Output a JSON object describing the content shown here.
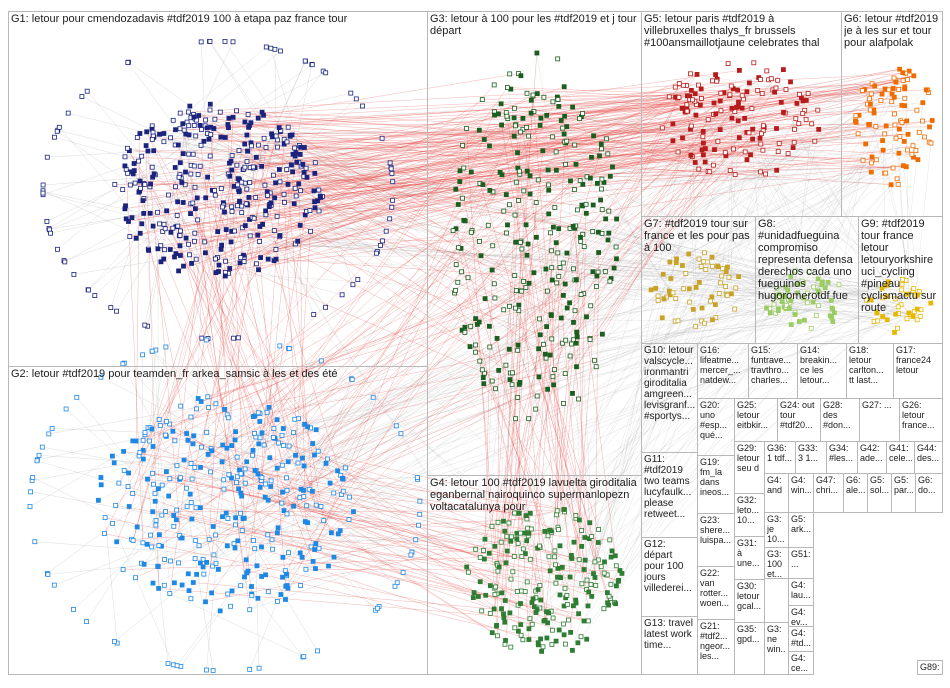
{
  "groups": [
    {
      "id": "g1",
      "label": "G1: letour pour cmendozadavis #tdf2019 100 à etapa paz france tour",
      "color": "#1a237e"
    },
    {
      "id": "g2",
      "label": "G2: letour #tdf2019 pour teamden_fr arkea_samsic à les et des été",
      "color": "#1e88e5"
    },
    {
      "id": "g3",
      "label": "G3: letour à 100 pour les #tdf2019 et j tour départ",
      "color": "#1b5e20"
    },
    {
      "id": "g4",
      "label": "G4: letour 100 #tdf2019 lavuelta giroditalia eganbernal nairoquinco supermanlopezn voltacatalunya pour",
      "color": "#2e7d32"
    },
    {
      "id": "g5",
      "label": "G5: letour paris #tdf2019 à villebruxelles thalys_fr brussels #100ansmaillotjaune celebrates thal",
      "color": "#b71c1c"
    },
    {
      "id": "g6",
      "label": "G6: letour #tdf2019 je à les sur et tour pour alafpolak",
      "color": "#ef6c00"
    },
    {
      "id": "g7",
      "label": "G7: #tdf2019 tour sur france et les pour pas à 100",
      "color": "#c9a227"
    },
    {
      "id": "g8",
      "label": "G8: #unidadfueguina compromiso representa defensa derechos cada uno fueguinos hugoromerotdf fue",
      "color": "#9ccc65"
    },
    {
      "id": "g9",
      "label": "G9: #tdf2019 tour france letour letouryorkshire uci_cycling #pineau cyclismactu sur route",
      "color": "#e6b800"
    },
    {
      "id": "g10",
      "label": "G10: letour valscycle... ironmantri giroditalia amgreen... levisgranf... #sportys...",
      "color": "#7b1fa2"
    },
    {
      "id": "g11",
      "label": "G11: #tdf2019 two teams lucyfaulk... please retweet...",
      "color": "#5e35b1"
    },
    {
      "id": "g12",
      "label": "G12: départ pour 100 jours villederei...",
      "color": "#3949ab"
    },
    {
      "id": "g13",
      "label": "G13: travel latest work time...",
      "color": "#6d4c41"
    }
  ],
  "small_groups": [
    {
      "label": "G16: lifeatme... mercer_... natdew..."
    },
    {
      "label": "G15: funtrave... travthro... charles..."
    },
    {
      "label": "G14: breakin... ce les letour..."
    },
    {
      "label": "G18: letour carlton... tt last..."
    },
    {
      "label": "G17: france24 letour"
    },
    {
      "label": "G20: uno #esp... qué..."
    },
    {
      "label": "G25: letour eitbkir..."
    },
    {
      "label": "G24: out tour #tdf20..."
    },
    {
      "label": "G28: des #don..."
    },
    {
      "label": "G27: ..."
    },
    {
      "label": "G26: letour france..."
    },
    {
      "label": "G19: fm_la dans ineos..."
    },
    {
      "label": "G29: letour seu d"
    },
    {
      "label": "G36: 1 tdf..."
    },
    {
      "label": "G33: 3 1..."
    },
    {
      "label": "G34: #les..."
    },
    {
      "label": "G42: ade..."
    },
    {
      "label": "G41: cele..."
    },
    {
      "label": "G44: des..."
    },
    {
      "label": "G23: shere... luispa..."
    },
    {
      "label": "G32: leto... 10..."
    },
    {
      "label": "G4: and"
    },
    {
      "label": "G4: win..."
    },
    {
      "label": "G47: chri..."
    },
    {
      "label": "G6: ale..."
    },
    {
      "label": "G5: sol..."
    },
    {
      "label": "G5: par..."
    },
    {
      "label": "G6: do..."
    },
    {
      "label": "G22: van rotter... woen..."
    },
    {
      "label": "G31: à une..."
    },
    {
      "label": "G3: je 10..."
    },
    {
      "label": "G5: ark..."
    },
    {
      "label": "G30: letour gcal..."
    },
    {
      "label": "G3: 100 et..."
    },
    {
      "label": "G51: ..."
    },
    {
      "label": "G21: #tdf2... ngeor... les..."
    },
    {
      "label": "G35: gpd..."
    },
    {
      "label": "G3: ne win..."
    },
    {
      "label": "G4: lau..."
    },
    {
      "label": "G4: ev..."
    },
    {
      "label": "G4: #td..."
    },
    {
      "label": "G4: ce..."
    },
    {
      "label": "G89: ..."
    }
  ],
  "edge_color_cross": "#e53935",
  "edge_color_intra": "#9e9e9e"
}
